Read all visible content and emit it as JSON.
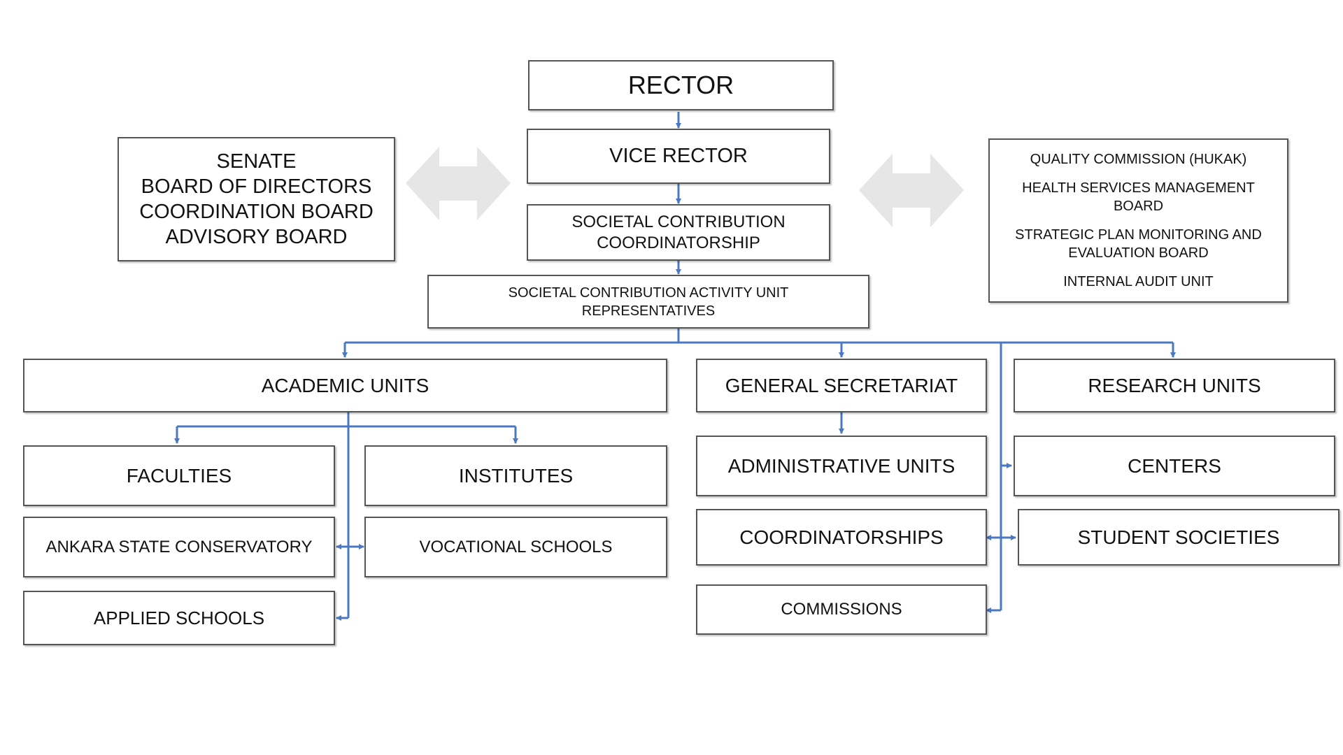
{
  "rector": "RECTOR",
  "vice_rector": "VICE RECTOR",
  "societal_coord": [
    "SOCIETAL CONTRIBUTION",
    "COORDINATORSHIP"
  ],
  "activity_unit": [
    "SOCIETAL CONTRIBUTION ACTIVITY UNIT",
    "REPRESENTATIVES"
  ],
  "left_boards": [
    "SENATE",
    "BOARD OF DIRECTORS",
    "COORDINATION BOARD",
    "ADVISORY BOARD"
  ],
  "right_boards": {
    "quality": "QUALITY COMMISSION (HUKAK)",
    "health": [
      "HEALTH SERVICES MANAGEMENT",
      "BOARD"
    ],
    "strategic": [
      "STRATEGIC PLAN MONITORING AND",
      "EVALUATION BOARD"
    ],
    "audit": "INTERNAL AUDIT UNIT"
  },
  "academic_units": "ACADEMIC UNITS",
  "faculties": "FACULTIES",
  "institutes": "INSTITUTES",
  "conservatory": "ANKARA STATE CONSERVATORY",
  "vocational": "VOCATIONAL SCHOOLS",
  "applied": "APPLIED SCHOOLS",
  "general_secretariat": "GENERAL SECRETARIAT",
  "administrative": "ADMINISTRATIVE UNITS",
  "coordinatorships": "COORDINATORSHIPS",
  "commissions": "COMMISSIONS",
  "research_units": "RESEARCH UNITS",
  "centers": "CENTERS",
  "student_societies": "STUDENT SOCIETIES",
  "colors": {
    "connector": "#4a78c2",
    "border": "#555555",
    "big_arrow": "#e6e6e6"
  }
}
